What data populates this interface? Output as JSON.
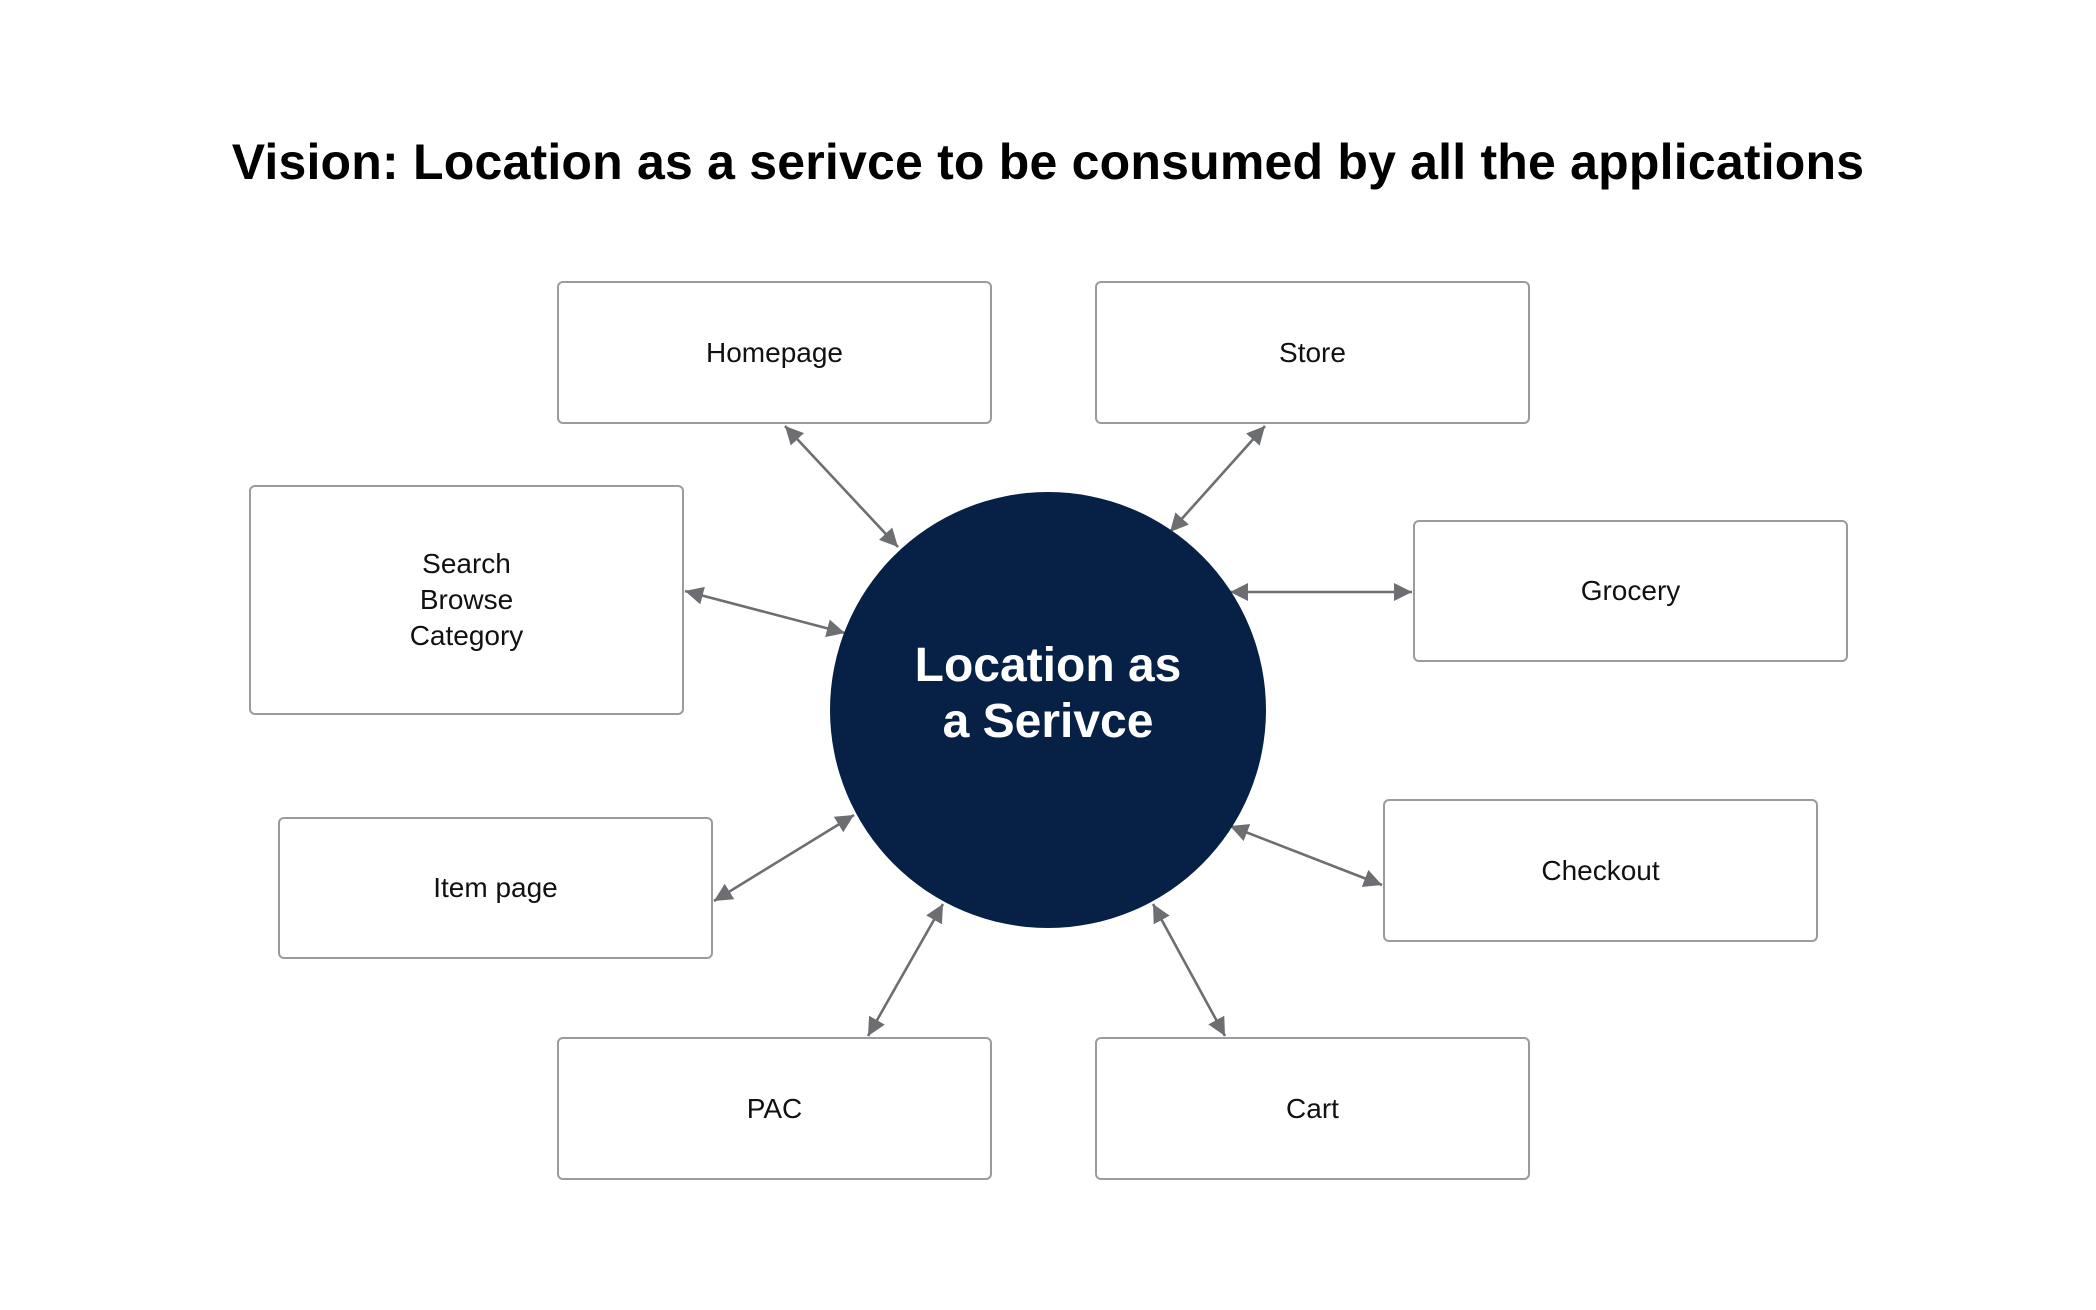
{
  "title": "Vision: Location as a serivce to be consumed by all the applications",
  "colors": {
    "hub_fill": "#072046",
    "hub_text": "#ffffff",
    "node_border": "#9b9b9b",
    "arrow": "#6d6e71",
    "text": "#111111"
  },
  "hub": {
    "lines": [
      "Location as",
      "a Serivce"
    ]
  },
  "nodes": [
    {
      "id": "homepage",
      "lines": [
        "Homepage"
      ]
    },
    {
      "id": "store",
      "lines": [
        "Store"
      ]
    },
    {
      "id": "search",
      "lines": [
        "Search",
        "Browse",
        "Category"
      ]
    },
    {
      "id": "grocery",
      "lines": [
        "Grocery"
      ]
    },
    {
      "id": "item-page",
      "lines": [
        "Item page"
      ]
    },
    {
      "id": "checkout",
      "lines": [
        "Checkout"
      ]
    },
    {
      "id": "pac",
      "lines": [
        "PAC"
      ]
    },
    {
      "id": "cart",
      "lines": [
        "Cart"
      ]
    }
  ],
  "edges": [
    {
      "from": "hub",
      "to": "homepage",
      "direction": "bidirectional"
    },
    {
      "from": "hub",
      "to": "store",
      "direction": "bidirectional"
    },
    {
      "from": "hub",
      "to": "search",
      "direction": "bidirectional"
    },
    {
      "from": "hub",
      "to": "grocery",
      "direction": "bidirectional"
    },
    {
      "from": "hub",
      "to": "item-page",
      "direction": "bidirectional"
    },
    {
      "from": "hub",
      "to": "checkout",
      "direction": "bidirectional"
    },
    {
      "from": "hub",
      "to": "pac",
      "direction": "bidirectional"
    },
    {
      "from": "hub",
      "to": "cart",
      "direction": "bidirectional"
    }
  ]
}
